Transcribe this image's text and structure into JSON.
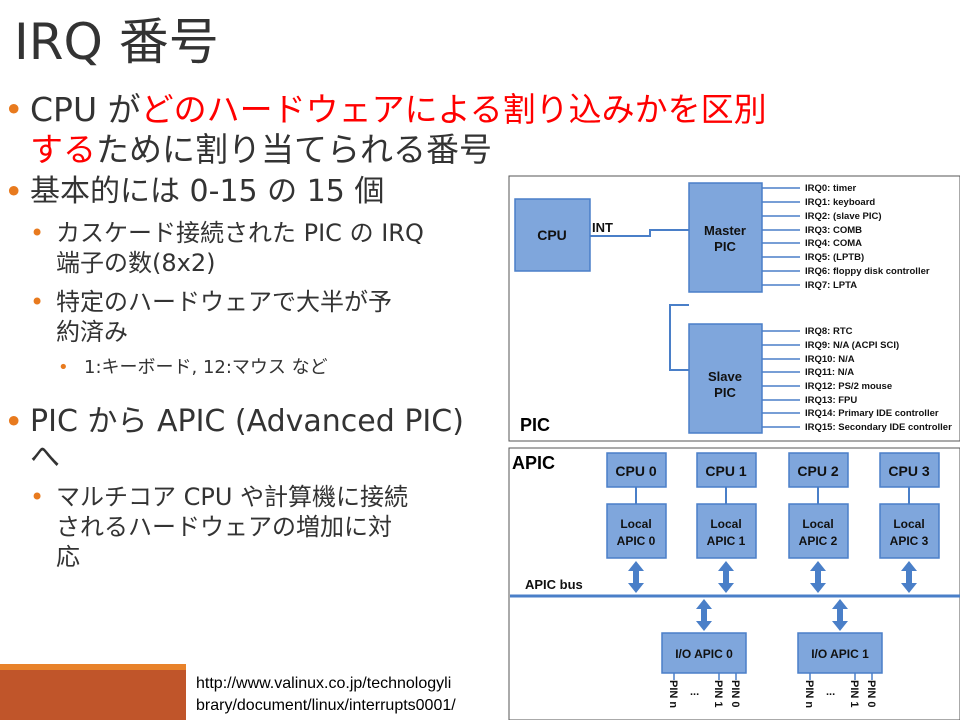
{
  "slide": {
    "title": "IRQ 番号",
    "bullets": {
      "b1_prefix": "CPU が",
      "b1_red_line1": "どのハードウェアによる割り込みかを区別",
      "b1_red_line2": "する",
      "b1_suffix_line2": "ために割り当てられる番号",
      "b2": "基本的には 0-15 の 15 個",
      "b2_1_line1": "カスケード接続された PIC の IRQ",
      "b2_1_line2": "端子の数(8x2)",
      "b2_2_line1": "特定のハードウェアで大半が予",
      "b2_2_line2": "約済み",
      "b2_2_1": "1:キーボード, 12:マウス など",
      "b3_line1": "PIC から APIC (Advanced PIC)",
      "b3_line2": "へ",
      "b3_1_line1": "マルチコア CPU や計算機に接続",
      "b3_1_line2": "されるハードウェアの増加に対",
      "b3_1_line3": "応"
    },
    "credit_line1": "http://www.valinux.co.jp/technologyli",
    "credit_line2": "brary/document/linux/interrupts0001/"
  },
  "pic_diagram": {
    "label": "PIC",
    "cpu": "CPU",
    "int": "INT",
    "master_line1": "Master",
    "master_line2": "PIC",
    "slave_line1": "Slave",
    "slave_line2": "PIC",
    "master_irqs": [
      "IRQ0: timer",
      "IRQ1: keyboard",
      "IRQ2: (slave PIC)",
      "IRQ3: COMB",
      "IRQ4: COMA",
      "IRQ5: (LPTB)",
      "IRQ6: floppy disk controller",
      "IRQ7: LPTA"
    ],
    "slave_irqs": [
      "IRQ8: RTC",
      "IRQ9: N/A (ACPI SCI)",
      "IRQ10: N/A",
      "IRQ11: N/A",
      "IRQ12: PS/2 mouse",
      "IRQ13: FPU",
      "IRQ14: Primary IDE controller",
      "IRQ15: Secondary IDE controller"
    ]
  },
  "apic_diagram": {
    "label": "APIC",
    "bus_label": "APIC bus",
    "cpus": [
      "CPU 0",
      "CPU 1",
      "CPU 2",
      "CPU 3"
    ],
    "local_apics": [
      [
        "Local",
        "APIC 0"
      ],
      [
        "Local",
        "APIC 1"
      ],
      [
        "Local",
        "APIC 2"
      ],
      [
        "Local",
        "APIC 3"
      ]
    ],
    "io_apics": [
      "I/O APIC 0",
      "I/O APIC 1"
    ],
    "pins": [
      "PIN n",
      "...",
      "PIN 1",
      "PIN 0"
    ]
  },
  "colors": {
    "box_fill": "#7fa6dc",
    "line": "#4a7fc8",
    "red": "#ff0000",
    "bullet": "#e87a1e",
    "footer": "#c0552a"
  }
}
